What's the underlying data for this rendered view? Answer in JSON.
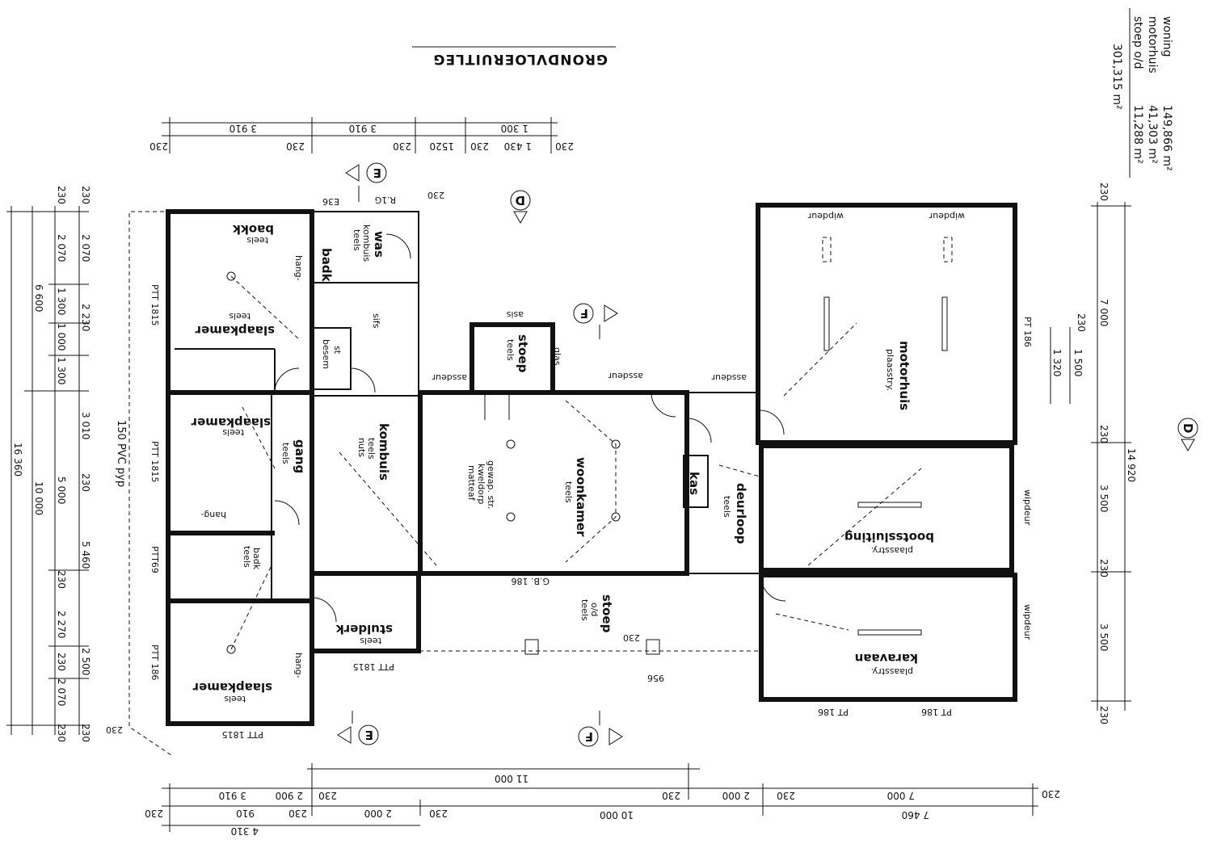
{
  "title": "GRONDVLOERUITLEG",
  "areas": [
    {
      "label": "woning",
      "value": "149,866 m²"
    },
    {
      "label": "motorhuis",
      "value": "41,303 m²"
    },
    {
      "label": "stoep o/d",
      "value": "11,288 m²"
    }
  ],
  "area_total": "301,315 m²",
  "rooms": {
    "slaapkamer_1": "slaapkamer",
    "slaapkamer_1_sub": "teels",
    "baokk": "baokk",
    "baokk_sub": "teels",
    "was": "was",
    "was_sub": "kombuis",
    "was_sub2": "teels",
    "badk": "badk",
    "sifs": "sifs",
    "st_besem": "st",
    "st_besem_sub": "besem",
    "slaapkamer_2": "slaapkamer",
    "slaapkamer_2_sub": "teels",
    "gang": "gang",
    "gang_sub": "teels",
    "kombuis": "kombuis",
    "kombuis_sub": "teels",
    "kombuis_sub2": "nuts",
    "stoep": "stoep",
    "stoep_sub": "teels",
    "glas": "glas",
    "asis": "asis",
    "woonkamer": "woonkamer",
    "woonkamer_sub": "teels",
    "woonkamer_note1": "gewap. str.",
    "woonkamer_note2": "kweldorp",
    "woonkamer_note3": "matteaf",
    "kas": "kas",
    "deurloop": "deurloop",
    "deurloop_sub": "teels",
    "motorhuis": "motorhuis",
    "motorhuis_sub": "plaasstry.",
    "bootssluiting": "bootssluiting",
    "bootssluiting_sub": "plaasstry.",
    "karavaan": "karavaan",
    "karavaan_sub": "plaasstry.",
    "stoep_od": "stoep",
    "stoep_od_sub": "o/d",
    "stoep_od_sub2": "teels",
    "studerk": "stulderk",
    "studerk_sub": "teels",
    "slaapkamer_3": "slaapkamer",
    "slaapkamer_3_sub": "teels",
    "hang_1": "hang-",
    "hang_2": "hang-",
    "hang_3": "hang-",
    "badk_2": "badk",
    "badk_2_sub": "teels",
    "pvc": "150 PVC pyp"
  },
  "labels": {
    "wipdeur_1": "wipdeur",
    "wipdeur_2": "wipdeur",
    "wipdeur_3": "wipdeur",
    "wipdeur_4": "wipdeur",
    "assdeur_1": "assdeur",
    "assdeur_2": "assdeur",
    "assdeur_3": "assdeur",
    "ptt_1": "PTT 1815",
    "ptt_2": "PTT 1815",
    "ptt_3": "PTT69",
    "ptt_4": "PTT 186",
    "ptt_5": "PTT 1815",
    "ptt_6": "PTT 1815",
    "pt_1": "PT 186",
    "pt_2": "PT 186",
    "pt_3": "PT 186",
    "gb": "G.B. 186",
    "e36": "E36",
    "r1g": "R.1G",
    "section_d": "D",
    "section_e": "E",
    "section_f": "F"
  },
  "dims": {
    "top_row1": [
      "3 910",
      "3 910",
      "1 300"
    ],
    "top_row2": [
      "230",
      "230",
      "230",
      "1520",
      "230",
      "1 430",
      "230"
    ],
    "top_230": "230",
    "left_outer": "16 360",
    "left_mid": [
      "6 600",
      "10 000"
    ],
    "left_inner": [
      "2 070",
      "1 300",
      "1 000",
      "1 300",
      "5 000",
      "230",
      "2 270",
      "230",
      "2 070",
      "230"
    ],
    "left_inner2": [
      "230",
      "2 070",
      "2 230",
      "3 010",
      "230",
      "5 460",
      "2 500",
      "230",
      "230"
    ],
    "left_top": [
      "230",
      "230"
    ],
    "right_outer": "14 920",
    "right_inner": [
      "230",
      "7 000",
      "230",
      "3 500",
      "230",
      "3 500",
      "230"
    ],
    "right_window": [
      "230",
      "1 320",
      "1 500"
    ],
    "bottom_row1": "11 000",
    "bottom_row2": [
      "230",
      "3 910",
      "2 900",
      "230",
      "230",
      "2 000",
      "230",
      "7 000",
      "230"
    ],
    "bottom_row3": [
      "230",
      "910",
      "230",
      "2 000",
      "230",
      "10 000",
      "7 460"
    ],
    "bottom_row4": "4 310",
    "misc_956": "956",
    "misc_230": "230",
    "misc_230b": "230",
    "misc_230c": "230"
  }
}
